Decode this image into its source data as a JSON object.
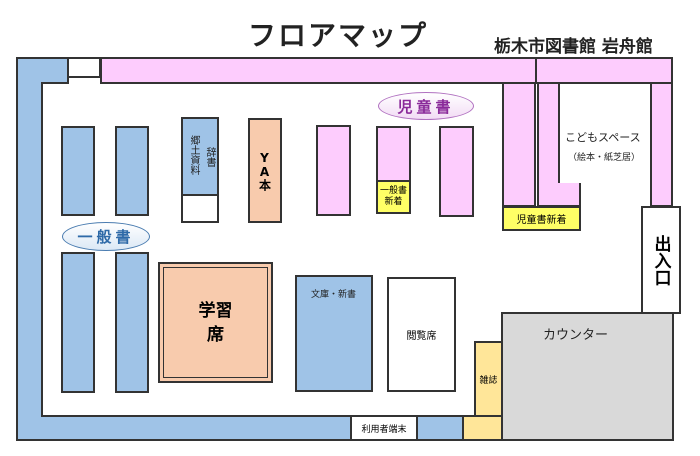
{
  "header": {
    "title": "フロアマップ",
    "library": "栃木市図書館 岩舟館"
  },
  "areas": {
    "general_books": "一般書",
    "children_books": "児童書",
    "local_materials": "郷土資料",
    "dictionaries": "辞書",
    "ya_books": "YA本",
    "general_new": "一般書新着",
    "children_new": "児童書新着",
    "kids_space": "こどもスペース",
    "kids_space_sub": "（絵本・紙芝居）",
    "entrance": "出入口",
    "study_seats": "学習席",
    "bunko": "文庫・新書",
    "reading_seats": "閲覧席",
    "counter": "カウンター",
    "magazines": "雑誌",
    "user_terminal": "利用者端末"
  },
  "colors": {
    "general": "#9fc3e7",
    "children": "#fdccfd",
    "ya": "#f8cbad",
    "new": "#ffff66",
    "magazine": "#ffe699",
    "counter": "#d9d9d9"
  }
}
